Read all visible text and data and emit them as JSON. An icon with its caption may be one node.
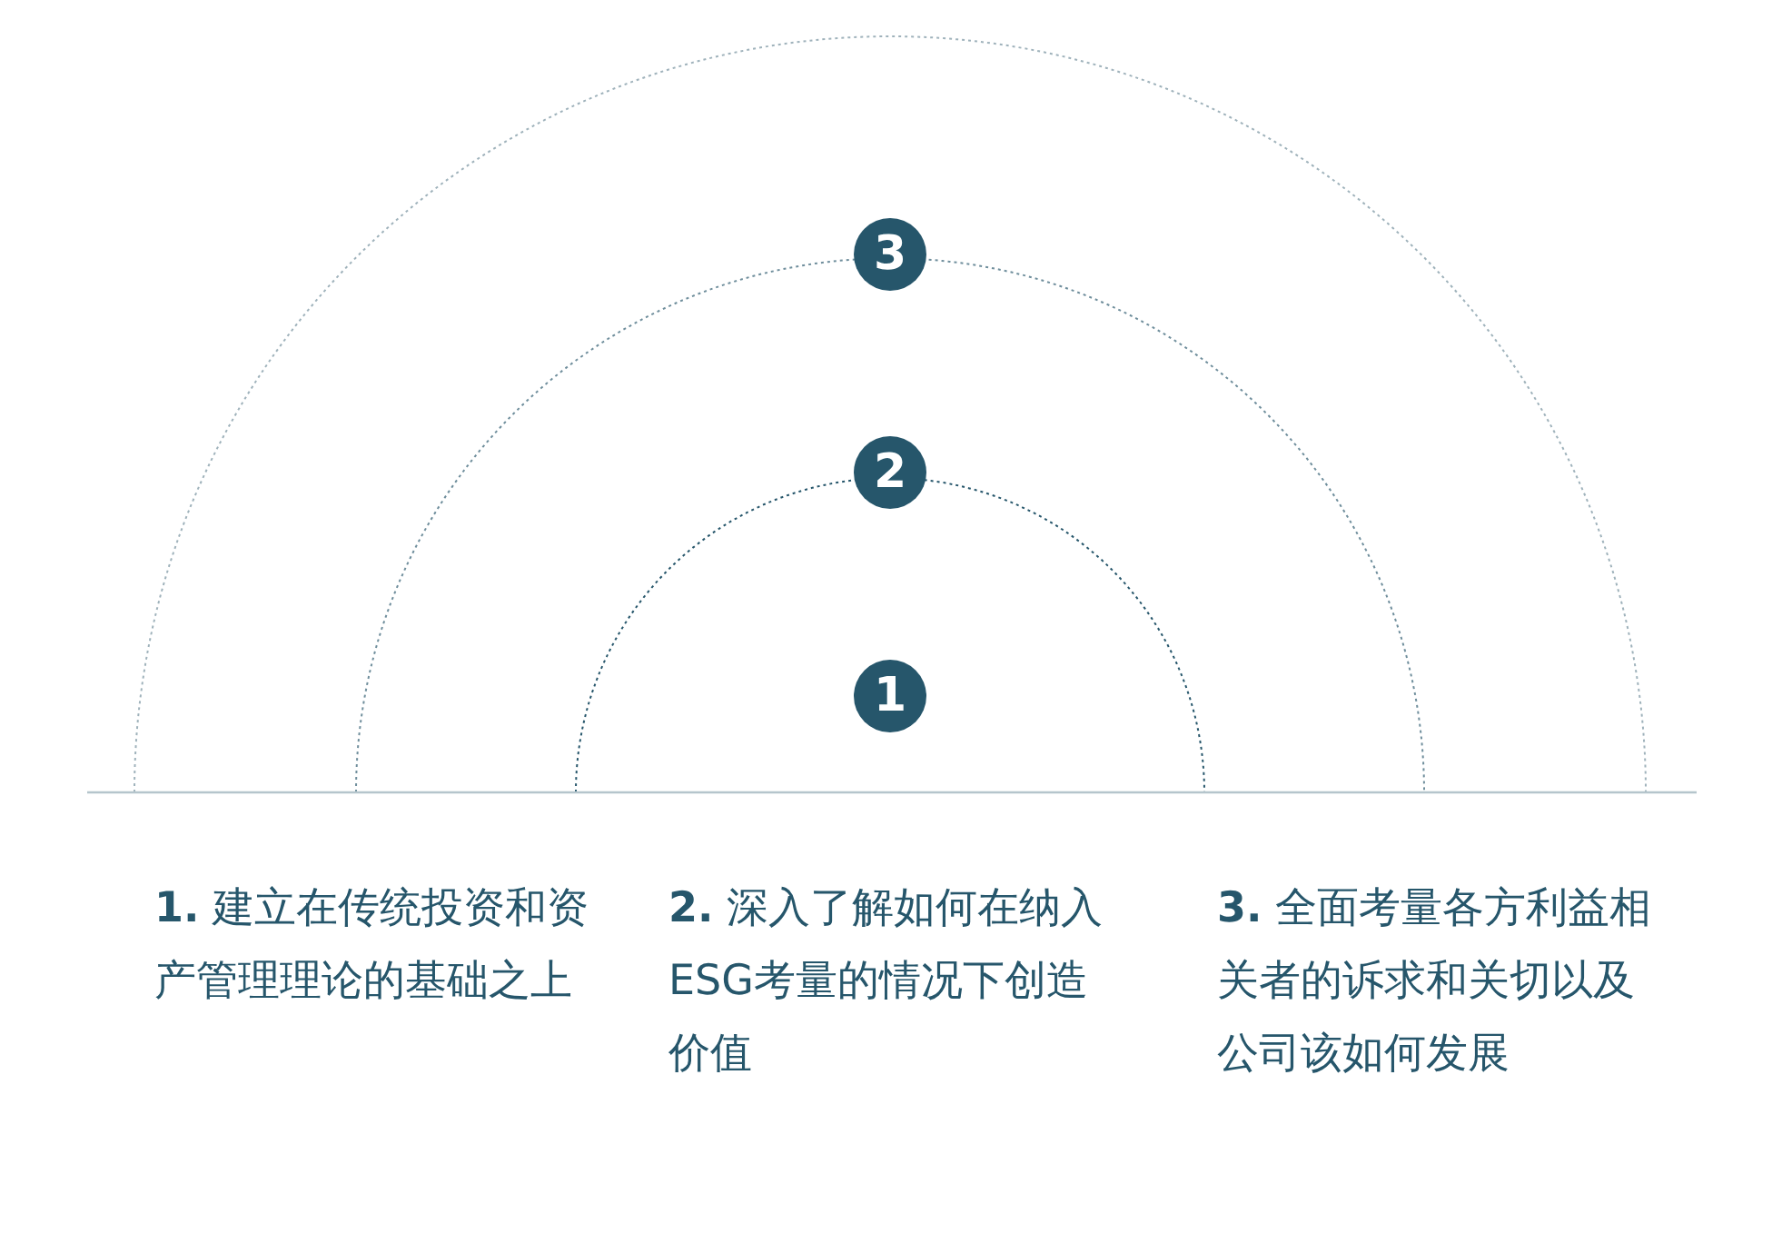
{
  "diagram": {
    "nodes": [
      {
        "text": [
          "3"
        ]
      },
      {
        "text": [
          "2"
        ]
      },
      {
        "text": [
          "1"
        ]
      }
    ],
    "labels": [
      "**1.** 建立在传统投资和资产管理理论的基础之上",
      "**2.** 深入了解如何在纳入ESG考量的情况下创造价值",
      "**3.** 全面考量各方利益相关者的诉求和关切以及公司该如何发展"
    ]
  }
}
